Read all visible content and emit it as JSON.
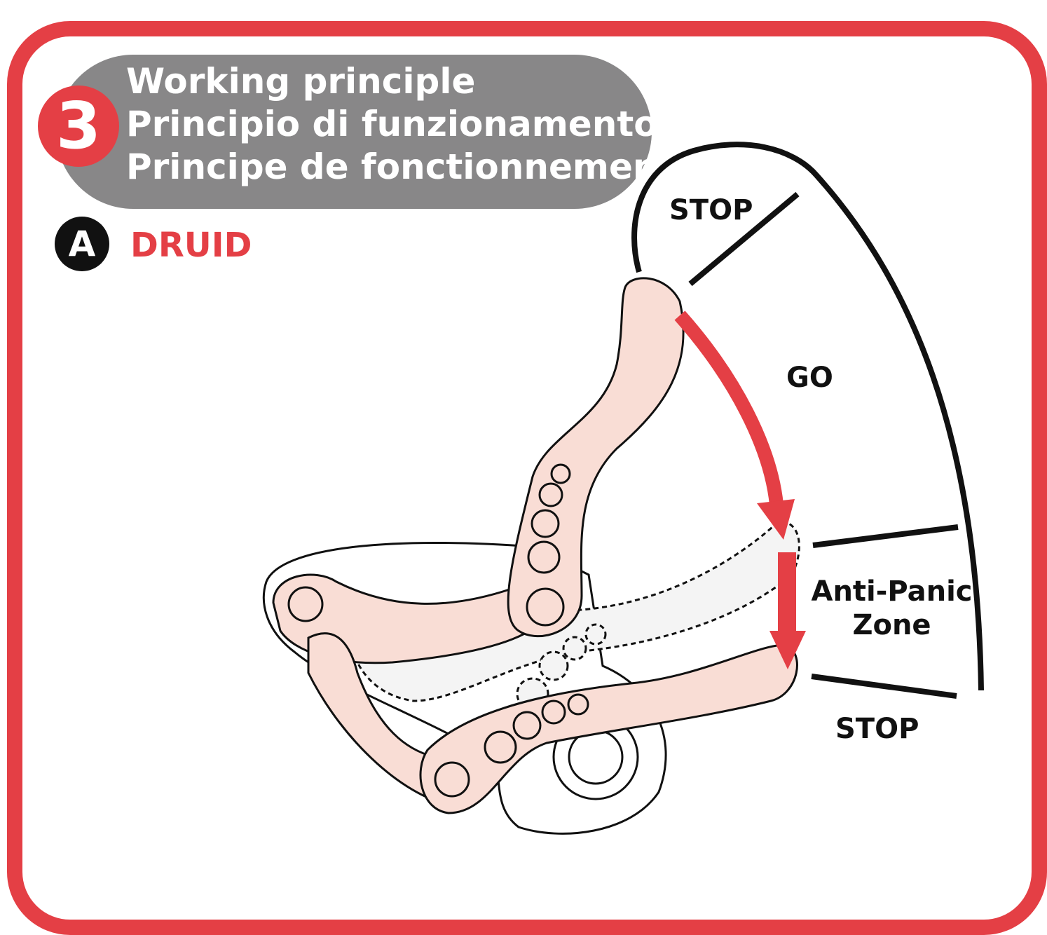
{
  "step_number": "3",
  "titles": [
    "Working principle",
    "Principio di funzionamento",
    "Principe de fonctionnement"
  ],
  "section_letter": "A",
  "device_name": "DRUID",
  "zones": {
    "stop_top": "STOP",
    "go": "GO",
    "anti_panic_line1": "Anti-Panic",
    "anti_panic_line2": "Zone",
    "stop_bottom": "STOP"
  },
  "colors": {
    "accent": "#e43f45",
    "header_bg": "#888788",
    "handle_fill": "#f9ddd5"
  }
}
